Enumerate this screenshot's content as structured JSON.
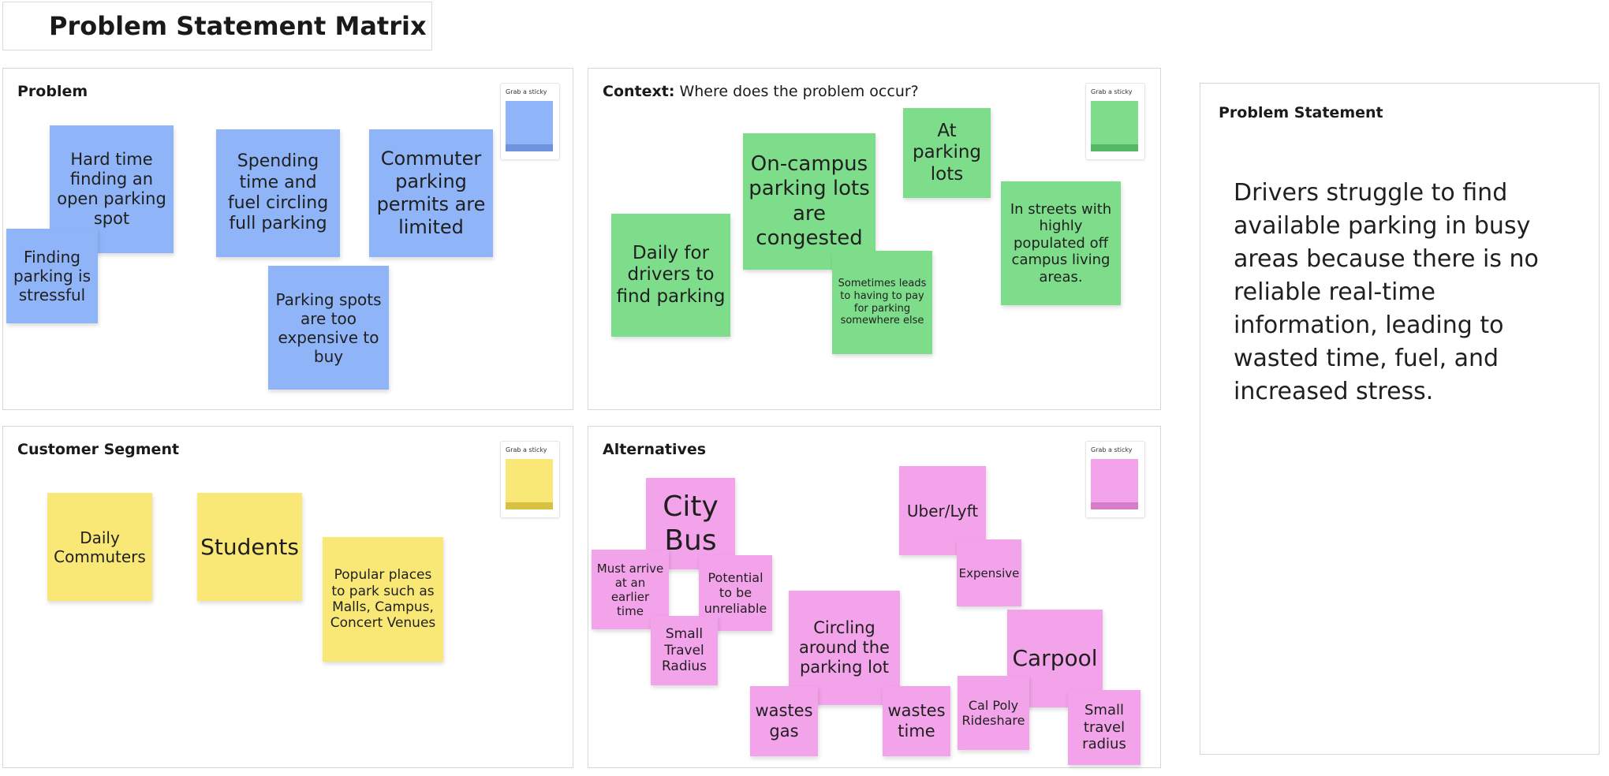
{
  "title": "Problem Statement Matrix",
  "grab_label": "Grab a sticky",
  "colors": {
    "blue": "#90b4f8",
    "green": "#7ddd8b",
    "yellow": "#fae876",
    "pink": "#f3a3e9"
  },
  "frames": {
    "problem": {
      "label": "Problem",
      "stickies": [
        "Hard time finding an open parking spot",
        "Finding parking is stressful",
        "Spending time and fuel circling full parking",
        "Commuter parking permits are limited",
        "Parking spots are too expensive to buy"
      ]
    },
    "context": {
      "label_bold": "Context:",
      "label_rest": " Where does the problem occur?",
      "stickies": [
        "On-campus parking lots are congested",
        "At parking lots",
        "Daily for drivers to find parking",
        "In streets with highly populated off campus living areas.",
        "Sometimes leads to having to pay for parking somewhere else"
      ]
    },
    "customer_segment": {
      "label": "Customer Segment",
      "stickies": [
        "Daily Commuters",
        "Students",
        "Popular places to park such as Malls, Campus, Concert Venues"
      ]
    },
    "alternatives": {
      "label": "Alternatives",
      "stickies": [
        "City Bus",
        "Must arrive at an earlier time",
        "Potential to be unreliable",
        "Small Travel Radius",
        "Uber/Lyft",
        "Expensive",
        "Circling around the parking lot",
        "Carpool",
        "wastes gas",
        "wastes time",
        "Cal Poly Rideshare",
        "Small travel radius"
      ]
    }
  },
  "problem_statement": {
    "label": "Problem Statement",
    "text": "Drivers struggle to find available parking in busy areas because there is no reliable real-time information, leading to wasted time, fuel, and increased stress."
  }
}
